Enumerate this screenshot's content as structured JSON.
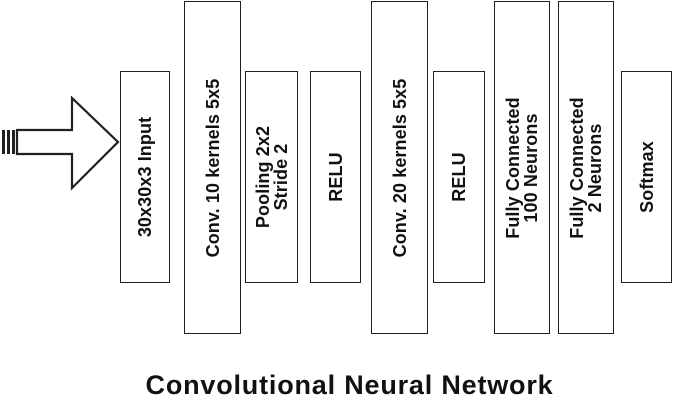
{
  "diagram": {
    "layers": [
      {
        "id": "input",
        "lines": [
          "30x30x3 Input"
        ]
      },
      {
        "id": "conv1",
        "lines": [
          "Conv. 10 kernels 5x5"
        ]
      },
      {
        "id": "pool",
        "lines": [
          "Pooling 2x2",
          "Stride 2"
        ]
      },
      {
        "id": "relu1",
        "lines": [
          "RELU"
        ]
      },
      {
        "id": "conv2",
        "lines": [
          "Conv. 20 kernels 5x5"
        ]
      },
      {
        "id": "relu2",
        "lines": [
          "RELU"
        ]
      },
      {
        "id": "fc1",
        "lines": [
          "Fully Connected",
          "100 Neurons"
        ]
      },
      {
        "id": "fc2",
        "lines": [
          "Fully Connected",
          "2 Neurons"
        ]
      },
      {
        "id": "softmax",
        "lines": [
          "Softmax"
        ]
      }
    ],
    "caption": "Convolutional Neural Network",
    "colors": {
      "stroke": "#202020",
      "text": "#111111",
      "background": "#ffffff"
    }
  }
}
